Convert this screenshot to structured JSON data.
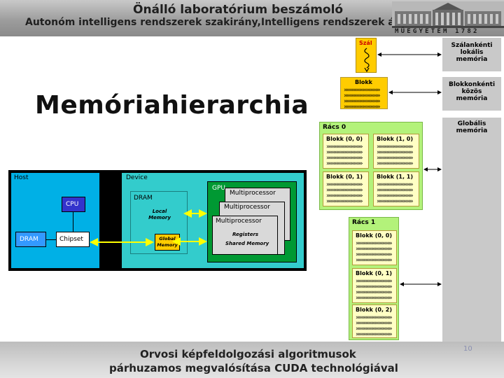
{
  "header": {
    "line1": "Önálló laboratórium beszámoló",
    "line2": "Autonóm intelligens rendszerek szakirány,Intelligens rendszerek ágazat",
    "logo_text": "MŰEGYETEM 1782"
  },
  "slide": {
    "title": "Memóriahierarchia",
    "page_number": "10"
  },
  "footer": {
    "line1": "Orvosi képfeldolgozási algoritmusok",
    "line2": "párhuzamos megvalósítása CUDA technológiával"
  },
  "hardware_diagram": {
    "host": "Host",
    "cpu": "CPU",
    "host_dram": "DRAM",
    "chipset": "Chipset",
    "device": "Device",
    "device_dram": "DRAM",
    "local_memory": "Local\nMemory",
    "global_memory": "Global\nMemory",
    "gpu": "GPU",
    "multiprocessor_1": "Multiprocessor",
    "multiprocessor_2": "Multiprocessor",
    "multiprocessor_3": "Multiprocessor",
    "registers": "Registers",
    "shared_memory": "Shared Memory",
    "colors": {
      "host_bg": "#00b0e6",
      "device_bg": "#33cccc",
      "gpu_bg": "#009933",
      "cpu_bg": "#3333cc",
      "dram_bg": "#ffcc00",
      "arrow": "#ffff00"
    }
  },
  "cuda_diagram": {
    "thread": "Szál",
    "thread_memory": "Szálankénti\nlokális\nmemória",
    "block": "Blokk",
    "block_memory": "Blokkonkénti\nközös\nmemória",
    "grid0": "Rács 0",
    "grid0_blocks": [
      "Blokk (0, 0)",
      "Blokk (1, 0)",
      "Blokk (0, 1)",
      "Blokk (1, 1)"
    ],
    "global_memory": "Globális\nmemória",
    "grid1": "Rács 1",
    "grid1_blocks": [
      "Blokk (0, 0)",
      "Blokk (0, 1)",
      "Blokk (0, 2)"
    ]
  }
}
